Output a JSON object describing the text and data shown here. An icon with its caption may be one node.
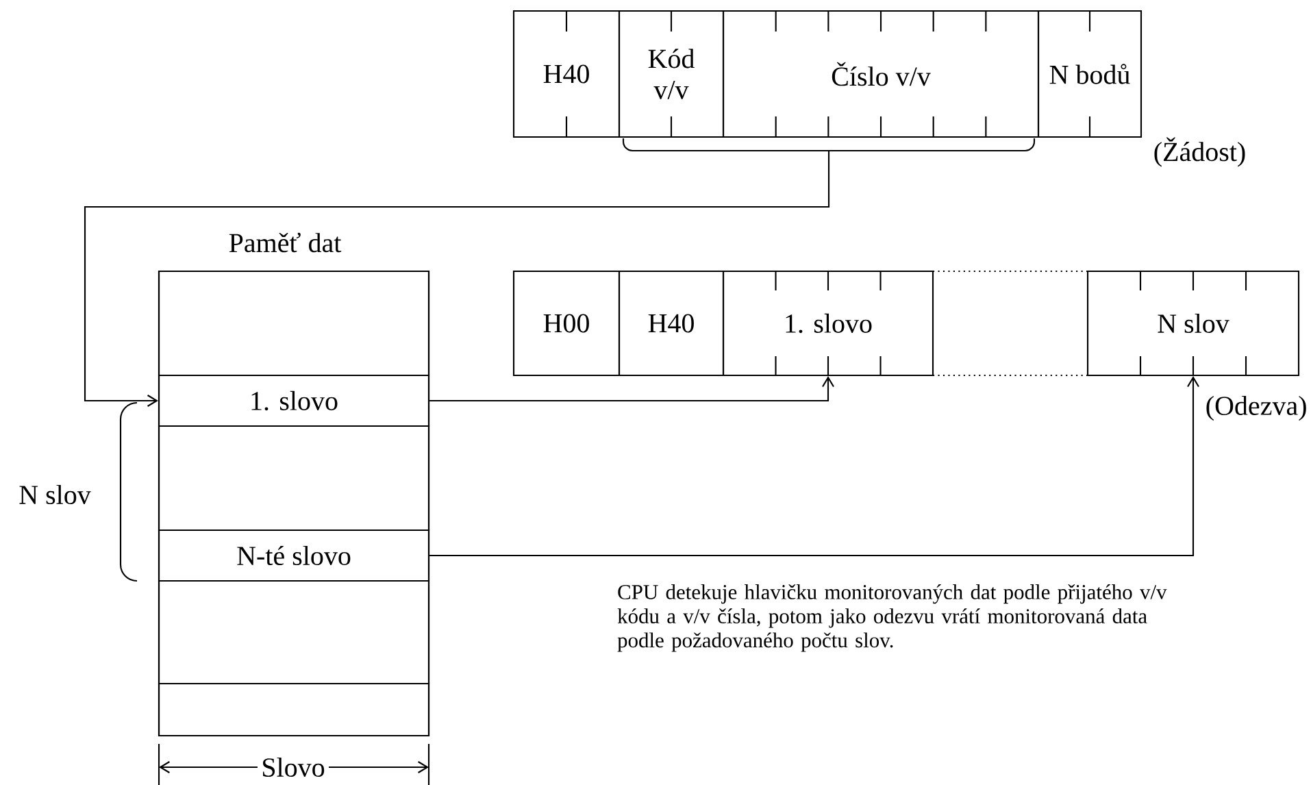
{
  "diagram": {
    "nodes": [
      {
        "text": [
          "H40"
        ]
      },
      {
        "text": [
          "Kód v/v"
        ]
      },
      {
        "text": [
          "Číslo v/v"
        ]
      },
      {
        "text": [
          "N bodů"
        ]
      },
      {
        "text": [
          "Paměť dat"
        ]
      },
      {
        "text": [],
        "shape": "box",
        "in": 4
      },
      {
        "text": [
          "1. slovo"
        ],
        "in": 4
      },
      {
        "text": [],
        "shape": "box",
        "in": 4
      },
      {
        "text": [
          "N-té slovo"
        ],
        "in": 4
      },
      {
        "text": [],
        "shape": "box",
        "in": 4
      },
      {
        "text": [],
        "shape": "box",
        "in": 4
      },
      {
        "text": [
          "H00"
        ]
      },
      {
        "text": [
          "H40"
        ]
      },
      {
        "text": [
          "1. slovo"
        ]
      },
      {
        "text": [],
        "shape": "box"
      },
      {
        "text": [
          "N slov"
        ]
      }
    ],
    "edges": [
      {
        "from": 1,
        "to": 6,
        "arrow": "to"
      },
      {
        "from": 2,
        "to": 6,
        "arrow": "to"
      },
      {
        "from": 6,
        "to": 13,
        "arrow": "to"
      },
      {
        "from": 8,
        "to": 15,
        "arrow": "to"
      }
    ],
    "labels": [
      "(Žádost)",
      "(Odezva)",
      "N slov",
      "CPU detekuje hlavičku monitorovaných dat podle přijatého v/v kódu a v/v čísla, potom jako odezvu vrátí monitorovaná data podle požadovaného počtu slov.",
      "Slovo"
    ]
  }
}
